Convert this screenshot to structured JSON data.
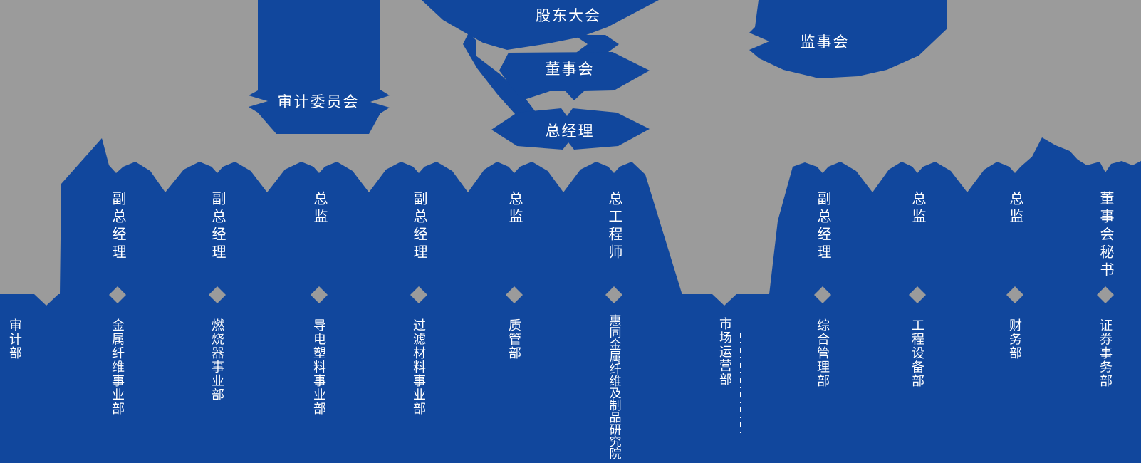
{
  "org_chart": {
    "top": {
      "shareholders": "股东大会",
      "board": "董事会",
      "general_manager": "总经理",
      "audit_committee": "审计委员会",
      "supervisory_board": "监事会"
    },
    "roles": [
      "副总经理",
      "副总经理",
      "总监",
      "副总经理",
      "总监",
      "总工程师",
      "副总经理",
      "总监",
      "总监",
      "董事会秘书"
    ],
    "departments": [
      "审计部",
      "金属纤维事业部",
      "燃烧器事业部",
      "导电塑料事业部",
      "过滤材料事业部",
      "质管部",
      "惠同金属纤维及制品研究院",
      "市场运营部",
      "综合管理部",
      "工程设备部",
      "财务部",
      "证券事务部"
    ],
    "colors": {
      "blue": "#11479D",
      "gray": "#9B9B9B",
      "text": "#FFFFFF"
    }
  }
}
